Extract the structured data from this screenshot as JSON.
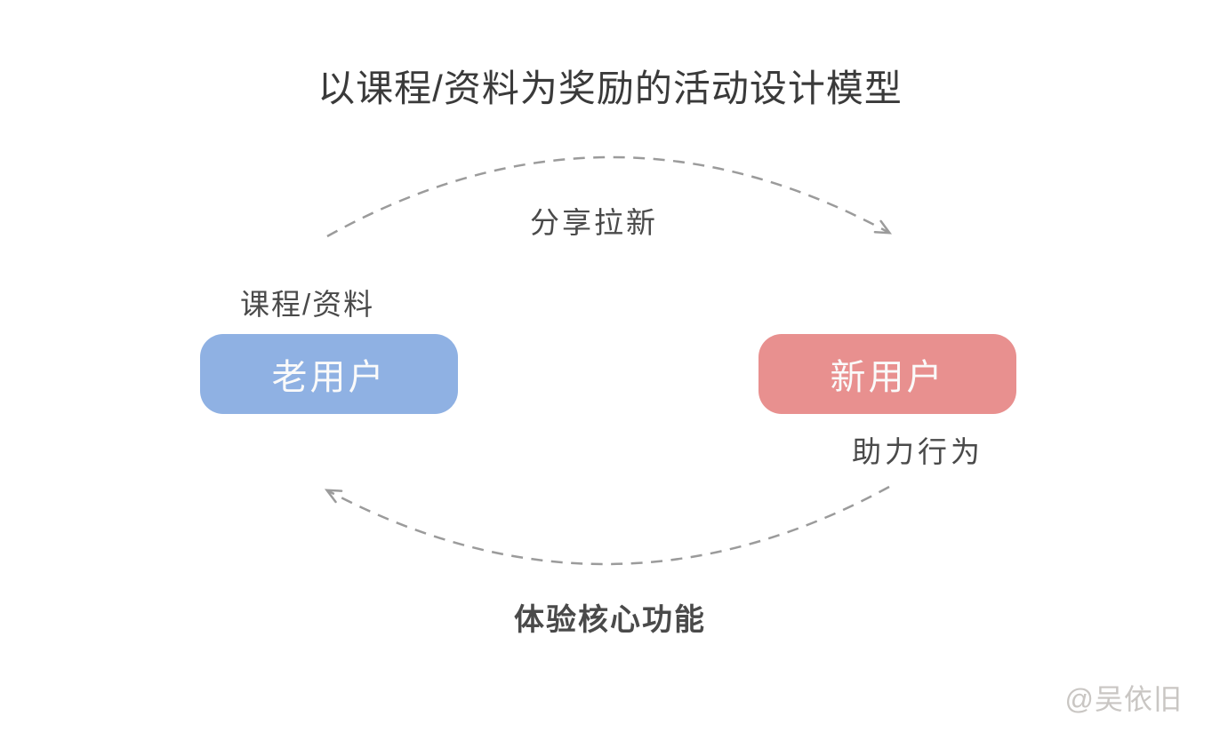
{
  "title": "以课程/资料为奖励的活动设计模型",
  "flow": {
    "top_arrow": {
      "label": "分享拉新",
      "from": "老用户",
      "to": "新用户",
      "style": "dashed-arc",
      "color": "#9B9B9B"
    },
    "bottom_arrow": {
      "label": "体验核心功能",
      "from": "新用户",
      "to": "老用户",
      "style": "dashed-arc",
      "color": "#9B9B9B"
    }
  },
  "nodes": {
    "old_user": {
      "label": "老用户",
      "annotation": "课程/资料",
      "color": "#8FB1E3",
      "text_color": "#FAFAFA"
    },
    "new_user": {
      "label": "新用户",
      "annotation": "助力行为",
      "color": "#E8908F",
      "text_color": "#FAFAFA"
    }
  },
  "watermark": "@吴依旧",
  "colors": {
    "background": "#FFFFFF",
    "title_text": "#3A3A3A",
    "label_text": "#4A4A4A",
    "watermark_text": "#C9C6C3"
  }
}
